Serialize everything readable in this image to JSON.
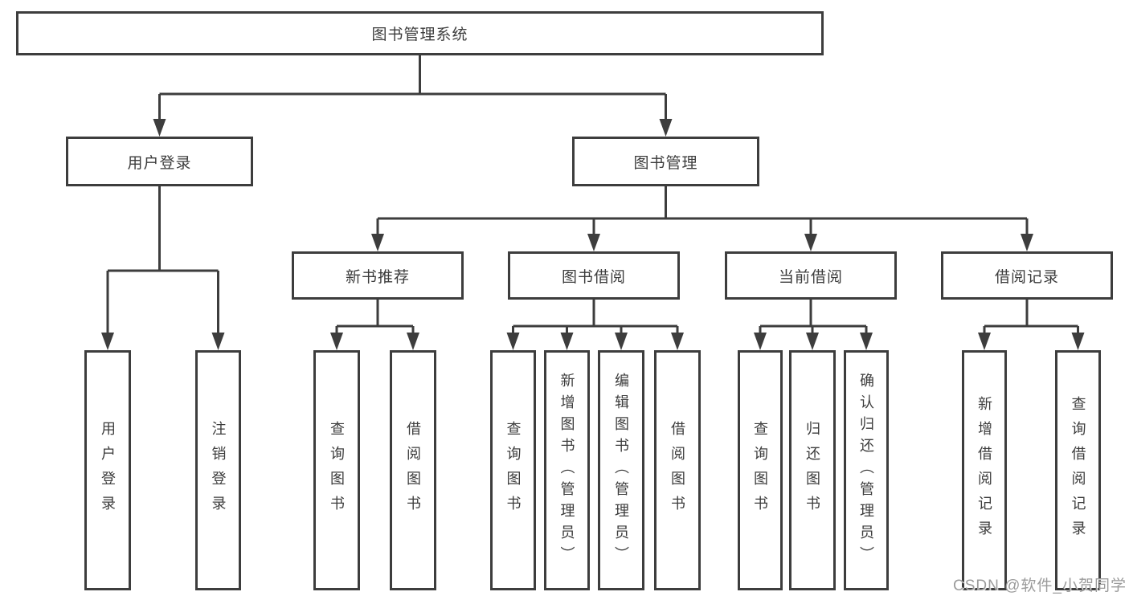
{
  "diagram": {
    "root": {
      "label": "图书管理系统"
    },
    "level2": [
      {
        "label": "用户登录"
      },
      {
        "label": "图书管理"
      }
    ],
    "level3": [
      {
        "label": "新书推荐"
      },
      {
        "label": "图书借阅"
      },
      {
        "label": "当前借阅"
      },
      {
        "label": "借阅记录"
      }
    ],
    "leaves": {
      "user_login": [
        "用户登录",
        "注销登录"
      ],
      "new_book_recommend": [
        "查询图书",
        "借阅图书"
      ],
      "book_borrow": [
        "查询图书",
        "新增图书（管理员）",
        "编辑图书（管理员）",
        "借阅图书"
      ],
      "current_borrow": [
        "查询图书",
        "归还图书",
        "确认归还（管理员）"
      ],
      "borrow_records": [
        "新增借阅记录",
        "查询借阅记录"
      ]
    },
    "watermark": "CSDN @软件_小贺同学",
    "colors": {
      "line": "#3d3d3d",
      "text": "#3c3c3c",
      "watermark": "#9b9b9b",
      "background": "#ffffff"
    }
  }
}
